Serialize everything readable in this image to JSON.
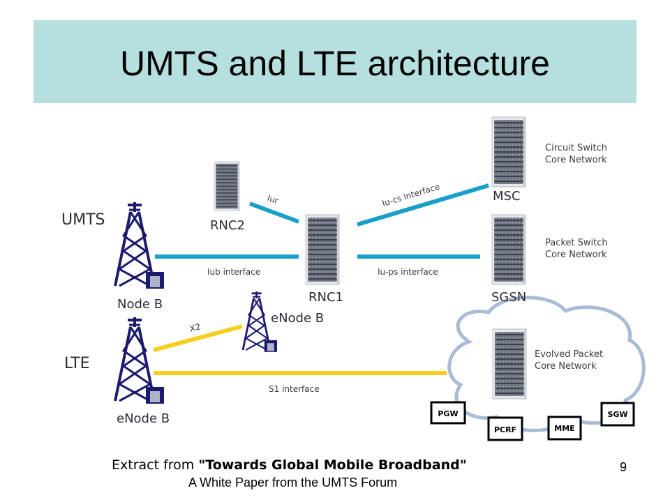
{
  "title": "UMTS and LTE architecture",
  "sections": {
    "umts": "UMTS",
    "lte": "LTE"
  },
  "nodes": {
    "node_b": "Node B",
    "enode_b_lte": "eNode B",
    "enode_b_mid": "eNode B",
    "rnc2": "RNC2",
    "rnc1": "RNC1",
    "msc": "MSC",
    "sgsn": "SGSN"
  },
  "descriptions": {
    "circuit_switch": [
      "Circuit Switch",
      "Core Network"
    ],
    "packet_switch": [
      "Packet Switch",
      "Core Network"
    ],
    "evolved_packet": [
      "Evolved Packet",
      "Core Network"
    ]
  },
  "links": {
    "iur": "Iur",
    "iu_cs": "Iu-cs interface",
    "iub": "Iub interface",
    "iu_ps": "Iu-ps interface",
    "x2": "X2",
    "s1": "S1 interface"
  },
  "link_colors": {
    "umts": "#1a9fc9",
    "lte": "#f5cf1c"
  },
  "epc_boxes": {
    "pgw": "PGW",
    "pcrf": "PCRF",
    "mme": "MME",
    "sgw": "SGW"
  },
  "footer": {
    "prefix": "Extract from ",
    "source": "\"Towards Global Mobile Broadband\"",
    "line2": "A White Paper from the UMTS Forum"
  },
  "page_number": "9"
}
